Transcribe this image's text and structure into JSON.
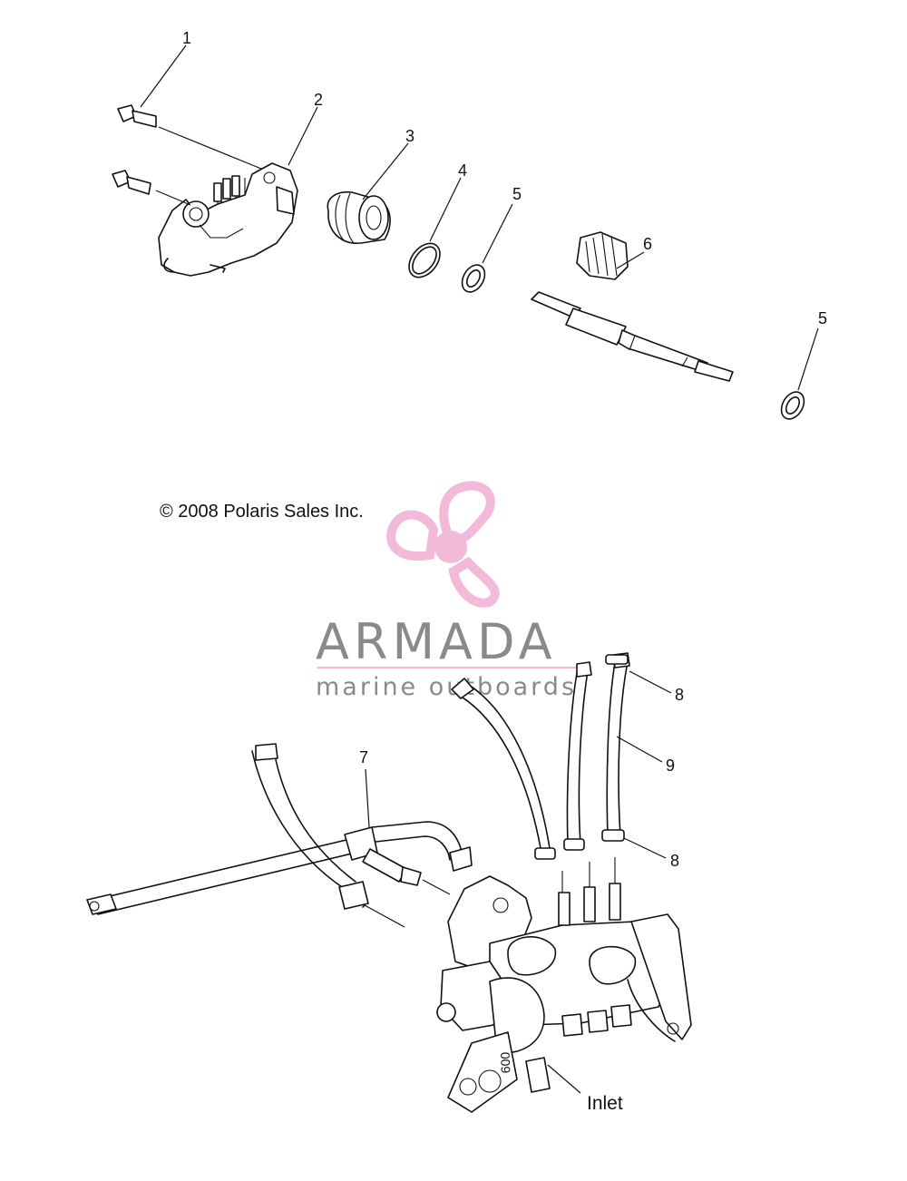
{
  "callouts": {
    "c1": "1",
    "c2": "2",
    "c3": "3",
    "c4": "4",
    "c5a": "5",
    "c5b": "5",
    "c6": "6",
    "c7": "7",
    "c8a": "8",
    "c8b": "8",
    "c9": "9"
  },
  "inlet_label": "Inlet",
  "copyright": "© 2008 Polaris Sales Inc.",
  "watermark": {
    "brand": "ARMADA",
    "tagline": "marine outboards",
    "logo_color": "#f2b6d8",
    "text_color": "#8a8a8a"
  }
}
